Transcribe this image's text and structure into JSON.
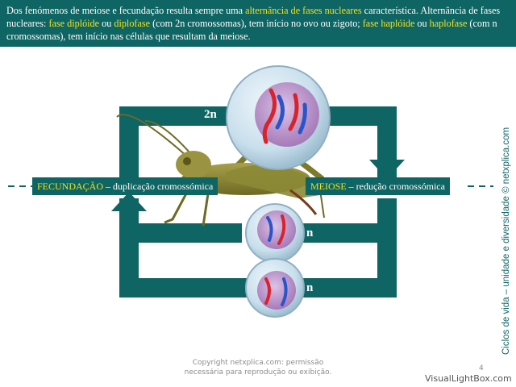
{
  "header": {
    "p1": "Dos fenómenos de meiose e fecundação resulta sempre uma ",
    "hl1": "alternância de fases nucleares",
    "p2": " característica. Alternância de fases nucleares: ",
    "hl2": "fase diplóide",
    "p3": " ou ",
    "hl3": "diplofase",
    "p4": " (com 2n cromossomas), tem início no ovo ou zigoto; ",
    "hl4": "fase haplóide",
    "p5": " ou ",
    "hl5": "haplofase",
    "p6": " (com n cromossomas), tem início nas células que resultam da meiose."
  },
  "diagram": {
    "fecundacao_term": "FECUNDAÇÃO",
    "fecundacao_desc": " – duplicação cromossómica",
    "meiose_term": "MEIOSE",
    "meiose_desc": " – redução cromossómica",
    "diploid_label": "2n",
    "haploid_label_1": "n",
    "haploid_label_2": "n"
  },
  "side_text": "Ciclos de vida – unidade e diversidade © netxplica.com",
  "footer": {
    "copyright_line1": "Copyright netxplica.com: permissão",
    "copyright_line2": "necessária para reprodução ou exibição.",
    "page_number": "4"
  },
  "watermark": "VisualLightBox.com",
  "colors": {
    "teal": "#0f6563",
    "highlight": "#f2e21c",
    "cytoplasm": "#cfe3ef",
    "nucleus": "#c9a6d8"
  }
}
